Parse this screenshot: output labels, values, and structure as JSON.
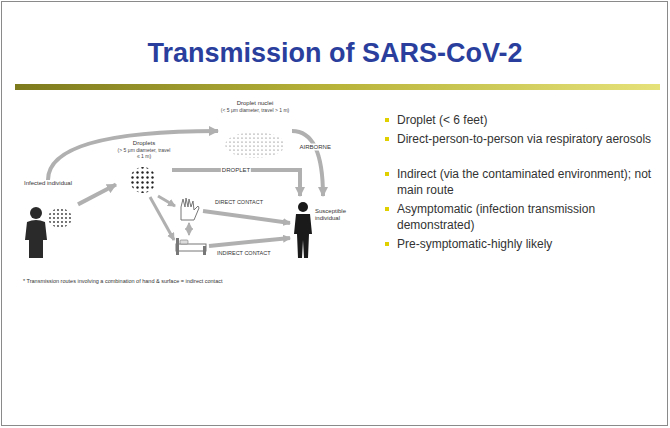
{
  "diagram": {
    "title": "Transmission of SARS-CoV-2",
    "nodes": [
      {
        "text": [
          "Infected individual"
        ]
      },
      {
        "text": [
          "Droplet nuclei",
          "(< 5 μm diameter, travel > 1 m)"
        ]
      },
      {
        "text": [
          "Droplets",
          "(> 5 μm diameter, travel ≤ 1 m)"
        ]
      },
      {
        "text": [
          "Susceptible individual"
        ]
      }
    ],
    "edges": [
      {
        "from": 0,
        "to": 1,
        "arrow": "to"
      },
      {
        "from": 1,
        "to": 3,
        "arrow": "to",
        "label": "AIRBORNE"
      },
      {
        "from": 0,
        "to": 2,
        "arrow": "to"
      },
      {
        "from": 2,
        "to": 3,
        "arrow": "to",
        "label": "DROPLET"
      }
    ],
    "labels": [
      "DIRECT CONTACT",
      "INDIRECT CONTACT",
      "* Transmission routes involving a combination of hand & surface = indirect contact",
      "Droplet (< 6 feet)",
      "Direct-person-to-person via respiratory aerosols",
      "Indirect (via the contaminated environment); not main route",
      "Asymptomatic (infection transmission demonstrated)",
      "Pre-symptomatic-highly likely"
    ]
  }
}
